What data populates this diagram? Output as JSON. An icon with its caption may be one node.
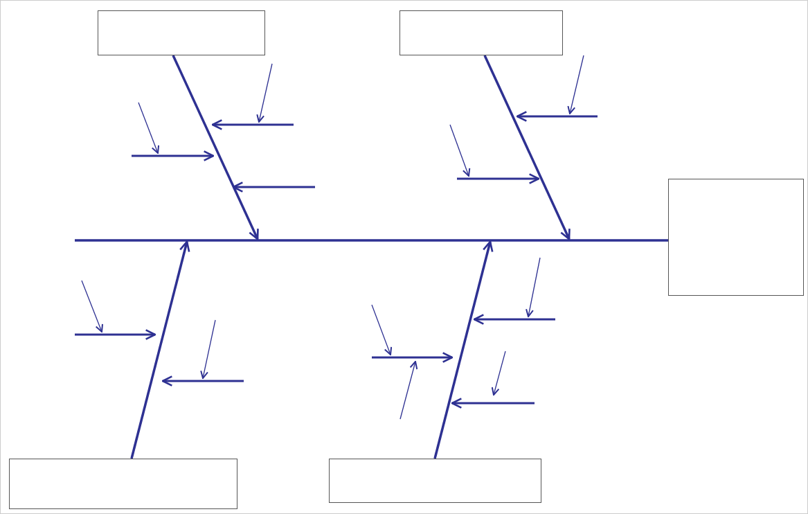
{
  "diagram": {
    "nodes": [
      {
        "text": [],
        "shape": "box"
      },
      {
        "text": [],
        "shape": "box"
      },
      {
        "text": [],
        "shape": "box"
      },
      {
        "text": [],
        "shape": "box"
      },
      {
        "text": [],
        "shape": "box"
      }
    ],
    "edges": [
      {
        "from": 0,
        "to": null,
        "arrow": "to"
      },
      {
        "from": 1,
        "to": null,
        "arrow": "to"
      },
      {
        "from": 3,
        "to": null,
        "arrow": "to"
      },
      {
        "from": 4,
        "to": null,
        "arrow": "to"
      },
      {
        "from": null,
        "to": 2,
        "arrow": "none"
      }
    ]
  }
}
